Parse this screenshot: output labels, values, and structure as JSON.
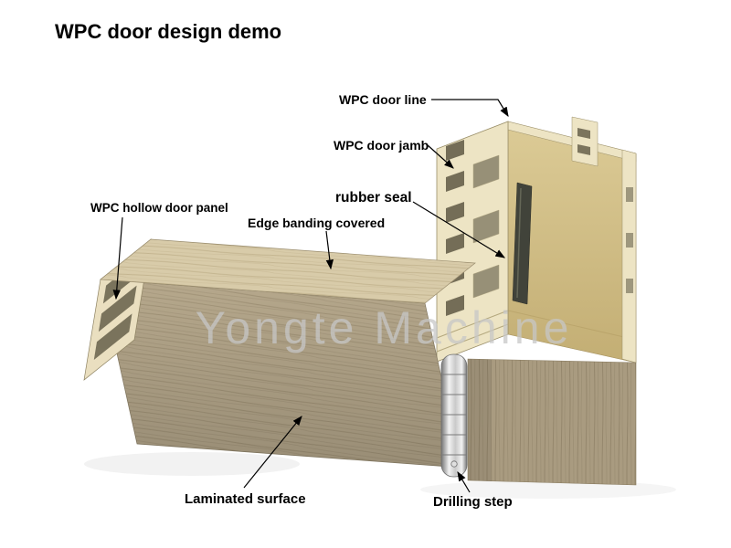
{
  "title": "WPC door design demo",
  "watermark": "Yongte Machine",
  "annotations": {
    "door_line": {
      "label": "WPC door line"
    },
    "door_jamb": {
      "label": "WPC door jamb"
    },
    "rubber_seal": {
      "label": "rubber seal"
    },
    "edge_banding": {
      "label": "Edge banding covered"
    },
    "hollow_panel": {
      "label": "WPC hollow door panel"
    },
    "laminated_surface": {
      "label": "Laminated surface"
    },
    "drilling_step": {
      "label": "Drilling step"
    }
  },
  "colors": {
    "bg": "#ffffff",
    "text": "#000000",
    "watermark": "#c7c7c7",
    "panelTop": "#d8cba9",
    "panelTopGrain": "#b0a078",
    "panelFront": "#b6a88c",
    "panelFrontGrain": "#8d7f64",
    "coreCream": "#eadfc0",
    "coreSlot": "#5f5944",
    "jambCream": "#ede4c4",
    "jambBeige": "#dccb96",
    "jambBeigeDark": "#c3ae74",
    "jambWood": "#a99b80",
    "jambWoodGrain": "#7f7158",
    "seal": "#41433a",
    "metalLight": "#f2f2f2",
    "metalMid": "#c9c9c9",
    "metalDark": "#767676"
  }
}
